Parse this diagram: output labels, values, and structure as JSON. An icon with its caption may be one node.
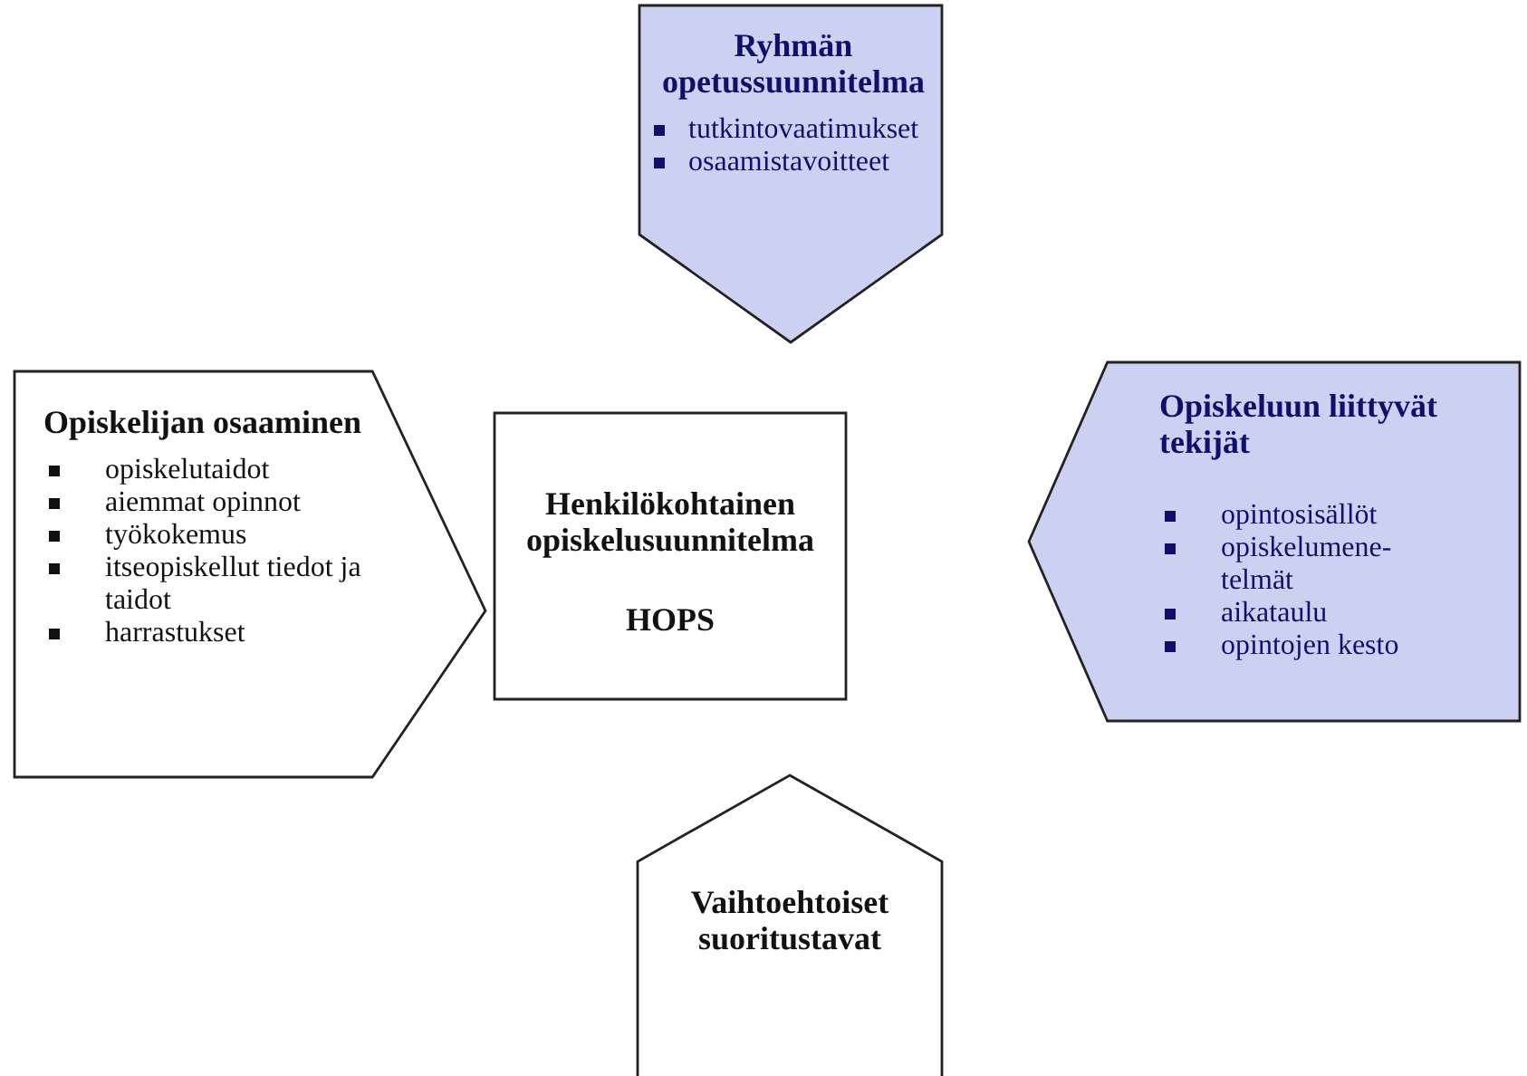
{
  "diagram": {
    "nodes": [
      {
        "text": [
          "Ryhmän opetussuunnitelma",
          "tutkintovaatimukset",
          "osaamistavoitteet"
        ]
      },
      {
        "text": [
          "Opiskelijan osaaminen",
          "opiskelutaidot",
          "aiemmat opinnot",
          "työkokemus",
          "itseopiskellut tiedot ja taidot",
          "harrastukset"
        ]
      },
      {
        "text": [
          "Henkilökohtainen opiskelusuunnitelma",
          "HOPS"
        ]
      },
      {
        "text": [
          "Opiskeluun liittyvät tekijät",
          "opintosisällöt",
          "opiskelumene- telmät",
          "aikataulu",
          "opintojen kesto"
        ]
      },
      {
        "text": [
          "Vaihtoehtoiset suoritustavat"
        ]
      }
    ],
    "edges": []
  }
}
